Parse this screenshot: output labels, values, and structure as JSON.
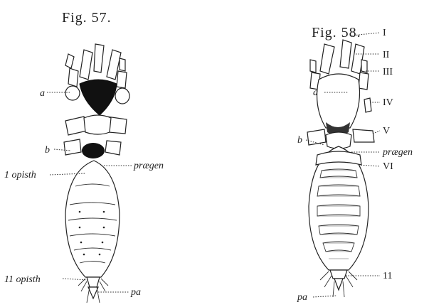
{
  "figures": [
    {
      "title": "Fig. 57.",
      "labels": {
        "a": "a",
        "b": "b",
        "praegen": "prægen",
        "opisth1": "1 opisth",
        "opisth11": "11 opisth",
        "pa": "pa"
      }
    },
    {
      "title": "Fig. 58.",
      "labels": {
        "I": "I",
        "II": "II",
        "III": "III",
        "IV": "IV",
        "V": "V",
        "VI": "VI",
        "a": "a",
        "b": "b",
        "praegen": "prægen",
        "n11": "11",
        "pa": "pa"
      }
    }
  ]
}
